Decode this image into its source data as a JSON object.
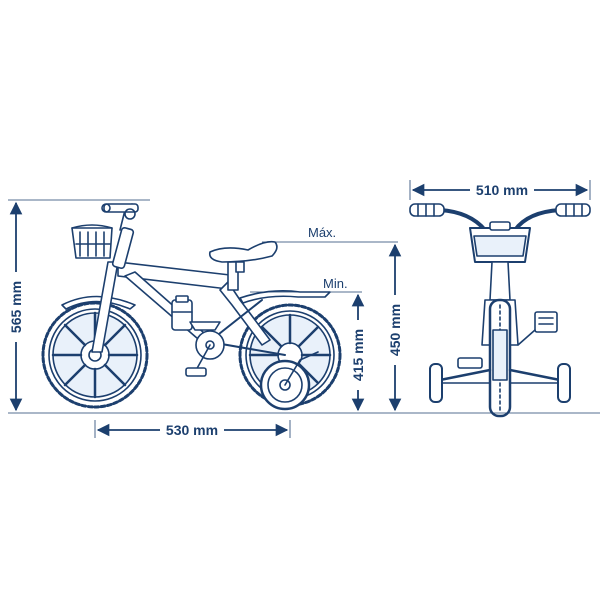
{
  "colors": {
    "line": "#1c3f6e",
    "dim": "#1c3f6e",
    "fill": "#e9f1fa",
    "white": "#ffffff"
  },
  "dimensions": {
    "total_height": "565 mm",
    "wheelbase": "530 mm",
    "seat_min": "415 mm",
    "seat_max": "450 mm",
    "handlebar_width": "510 mm"
  },
  "labels": {
    "max": "Máx.",
    "min": "Min."
  }
}
